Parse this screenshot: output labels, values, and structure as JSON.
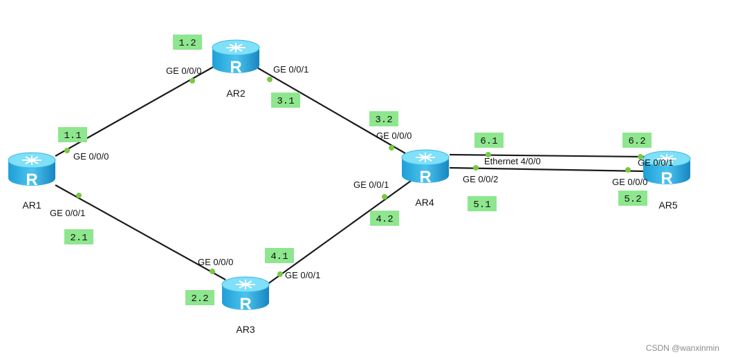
{
  "devices": [
    {
      "name": "AR1"
    },
    {
      "name": "AR2"
    },
    {
      "name": "AR3"
    },
    {
      "name": "AR4"
    },
    {
      "name": "AR5"
    }
  ],
  "ports": [
    {
      "label": "GE 0/0/0"
    },
    {
      "label": "GE 0/0/1"
    },
    {
      "label": "GE 0/0/0"
    },
    {
      "label": "GE 0/0/1"
    },
    {
      "label": "GE 0/0/0"
    },
    {
      "label": "GE 0/0/1"
    },
    {
      "label": "GE 0/0/0"
    },
    {
      "label": "GE 0/0/1"
    },
    {
      "label": "Ethernet 4/0/0"
    },
    {
      "label": "GE 0/0/2"
    },
    {
      "label": "GE 0/0/1"
    },
    {
      "label": "GE 0/0/0"
    }
  ],
  "addresses": [
    "1.1",
    "1.2",
    "3.1",
    "3.2",
    "2.1",
    "2.2",
    "4.1",
    "4.2",
    "6.1",
    "5.1",
    "6.2",
    "5.2"
  ],
  "router_glyph": "R",
  "router_colors": {
    "top": "#7fe0f7",
    "body": "#27a9dc",
    "dark": "#1487bf"
  },
  "watermark": "CSDN @wanxinmin"
}
